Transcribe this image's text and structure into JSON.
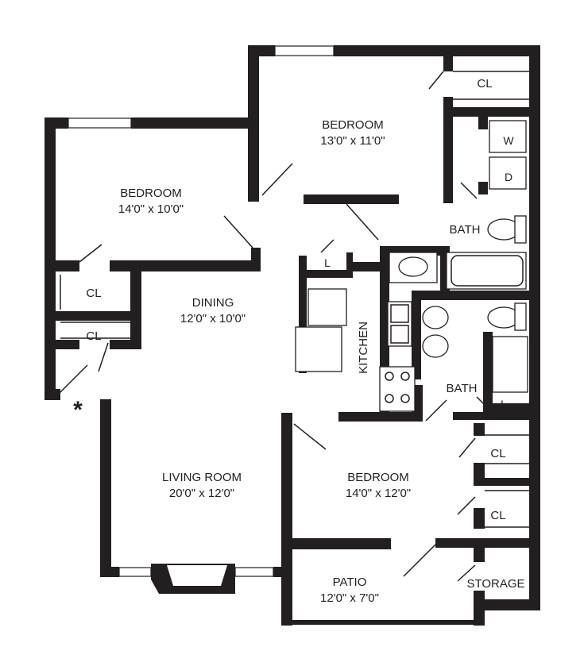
{
  "rooms": {
    "bedroom_top": {
      "name": "BEDROOM",
      "size": "13'0\" x 11'0\""
    },
    "bedroom_left": {
      "name": "BEDROOM",
      "size": "14'0\" x 10'0\""
    },
    "dining": {
      "name": "DINING",
      "size": "12'0\" x 10'0\""
    },
    "living": {
      "name": "LIVING ROOM",
      "size": "20'0\" x 12'0\""
    },
    "bedroom_bottom": {
      "name": "BEDROOM",
      "size": "14'0\" x 12'0\""
    },
    "patio": {
      "name": "PATIO",
      "size": "12'0\" x 7'0\""
    }
  },
  "labels": {
    "closet": "CL",
    "linen": "L",
    "bath": "BATH",
    "kitchen": "KITCHEN",
    "storage": "STORAGE",
    "washer": "W",
    "dryer": "D",
    "entry_marker": "*"
  }
}
